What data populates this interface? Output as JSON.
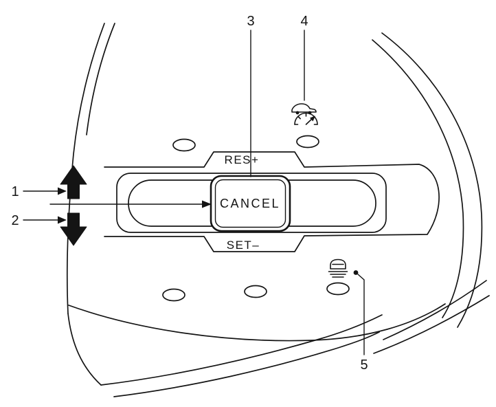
{
  "figure": {
    "callouts": {
      "up": "1",
      "down": "2",
      "cancel": "3",
      "cruise": "4",
      "limiter": "5"
    },
    "labels": {
      "resume": "RES+",
      "cancel": "CANCEL",
      "set": "SET–"
    },
    "icons": {
      "cruise": "cruise-control-icon",
      "limiter": "speed-limiter-icon"
    },
    "colors": {
      "line": "#141414",
      "background": "#ffffff"
    }
  }
}
